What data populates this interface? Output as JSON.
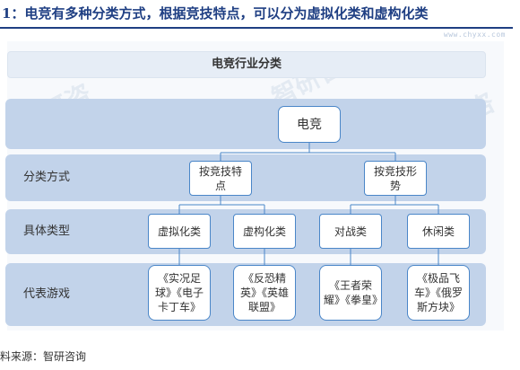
{
  "figure_title": "1：电竞有多种分类方式，根据竞技特点，可以分为虚拟化类和虚构化类",
  "watermark_url": "www.chyxx.com",
  "watermark_text": "智研咨",
  "header": "电竞行业分类",
  "root": "电竞",
  "rows": {
    "classification_method": "分类方式",
    "specific_type": "具体类型",
    "representative_games": "代表游戏"
  },
  "methods": [
    "按竞技特点",
    "按竞技形势"
  ],
  "types": [
    "虚拟化类",
    "虚构化类",
    "对战类",
    "休闲类"
  ],
  "games": [
    "《实况足球》《电子卡丁车》",
    "《反恐精英》《英雄联盟》",
    "《王者荣耀》《拳皇》",
    "《极品飞车》《俄罗斯方块》"
  ],
  "source": "料来源：智研咨询",
  "colors": {
    "title": "#1f3f83",
    "band": "#c2d3ea",
    "node_border": "#4a86c8",
    "connector": "#4a86c8"
  }
}
